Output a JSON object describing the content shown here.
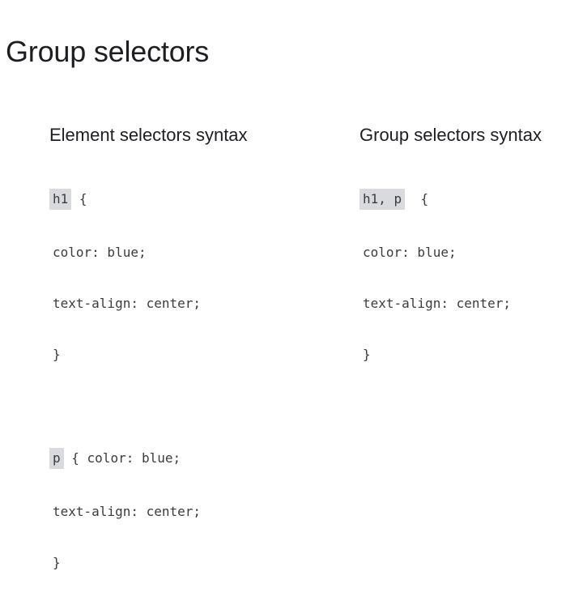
{
  "slide": {
    "title": "Group selectors"
  },
  "left_column": {
    "heading": "Element selectors syntax",
    "block1": {
      "selector": "h1",
      "after_selector": " {",
      "lines": [
        "color: blue;",
        "text-align: center;",
        "}"
      ]
    },
    "block2": {
      "selector": "p",
      "after_selector": " { color: blue;",
      "lines": [
        "text-align: center;",
        "}"
      ]
    }
  },
  "right_column": {
    "heading": "Group selectors syntax",
    "block1": {
      "selector": "h1, p",
      "after_selector": "  {",
      "lines": [
        "color: blue;",
        "text-align: center;",
        "}"
      ]
    }
  },
  "colors": {
    "text": "#1c1e21",
    "code_text": "#3a3b3c",
    "selector_highlight": "#d8dadd",
    "background": "#ffffff"
  }
}
